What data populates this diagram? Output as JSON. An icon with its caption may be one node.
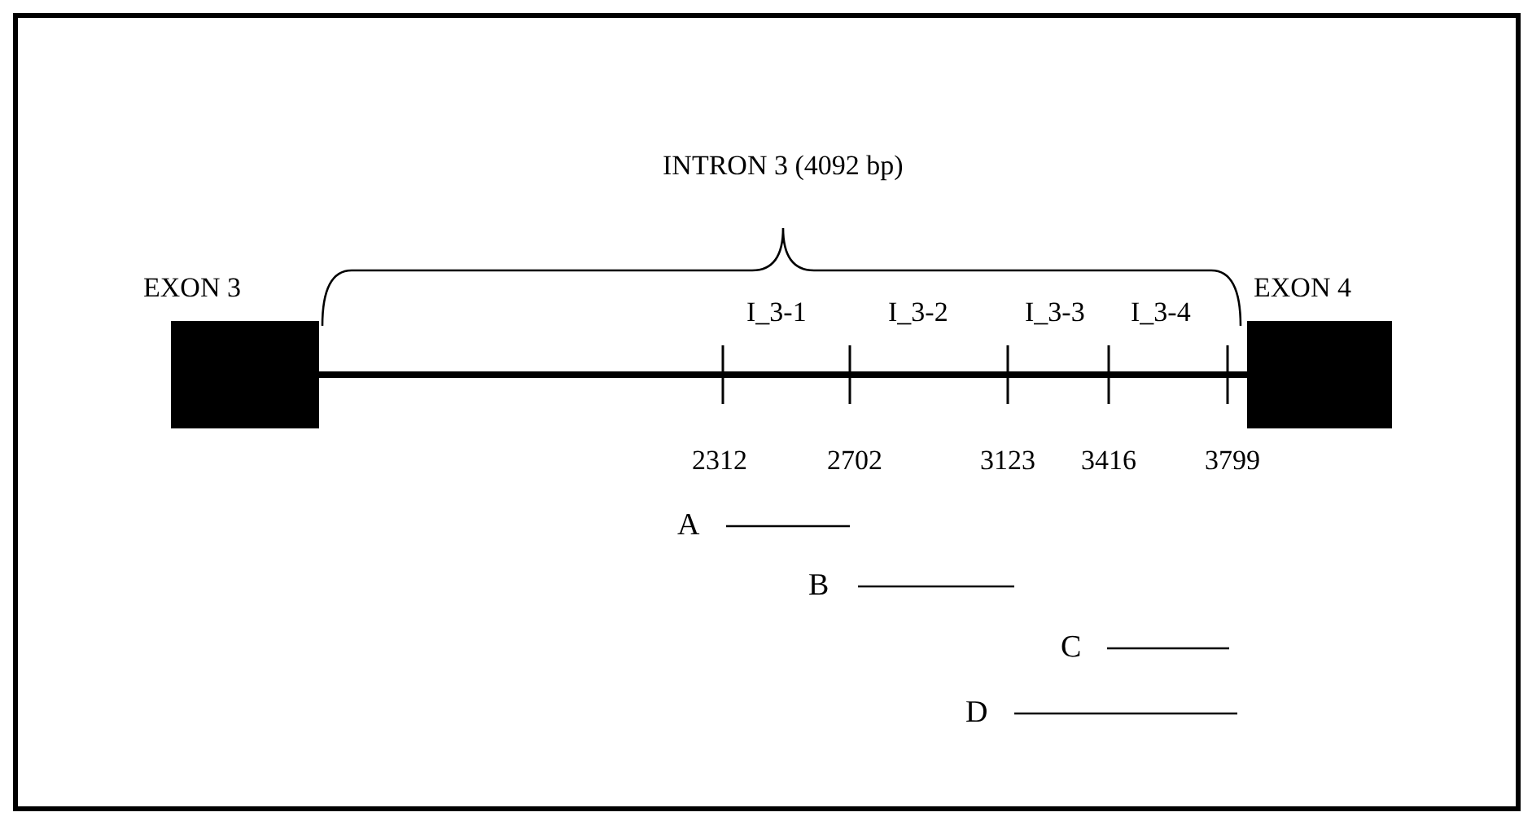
{
  "diagram": {
    "nodes": [
      {
        "text": [
          "EXON 3"
        ]
      },
      {
        "text": [
          "EXON 4"
        ]
      }
    ],
    "edges": [
      {
        "from": 0,
        "to": 1,
        "arrow": "none"
      }
    ],
    "labels": [
      "INTRON 3 (4092 bp)",
      "I_3-1",
      "I_3-2",
      "I_3-3",
      "I_3-4",
      "2312",
      "2702",
      "3123",
      "3416",
      "3799",
      "A",
      "B",
      "C",
      "D"
    ]
  }
}
